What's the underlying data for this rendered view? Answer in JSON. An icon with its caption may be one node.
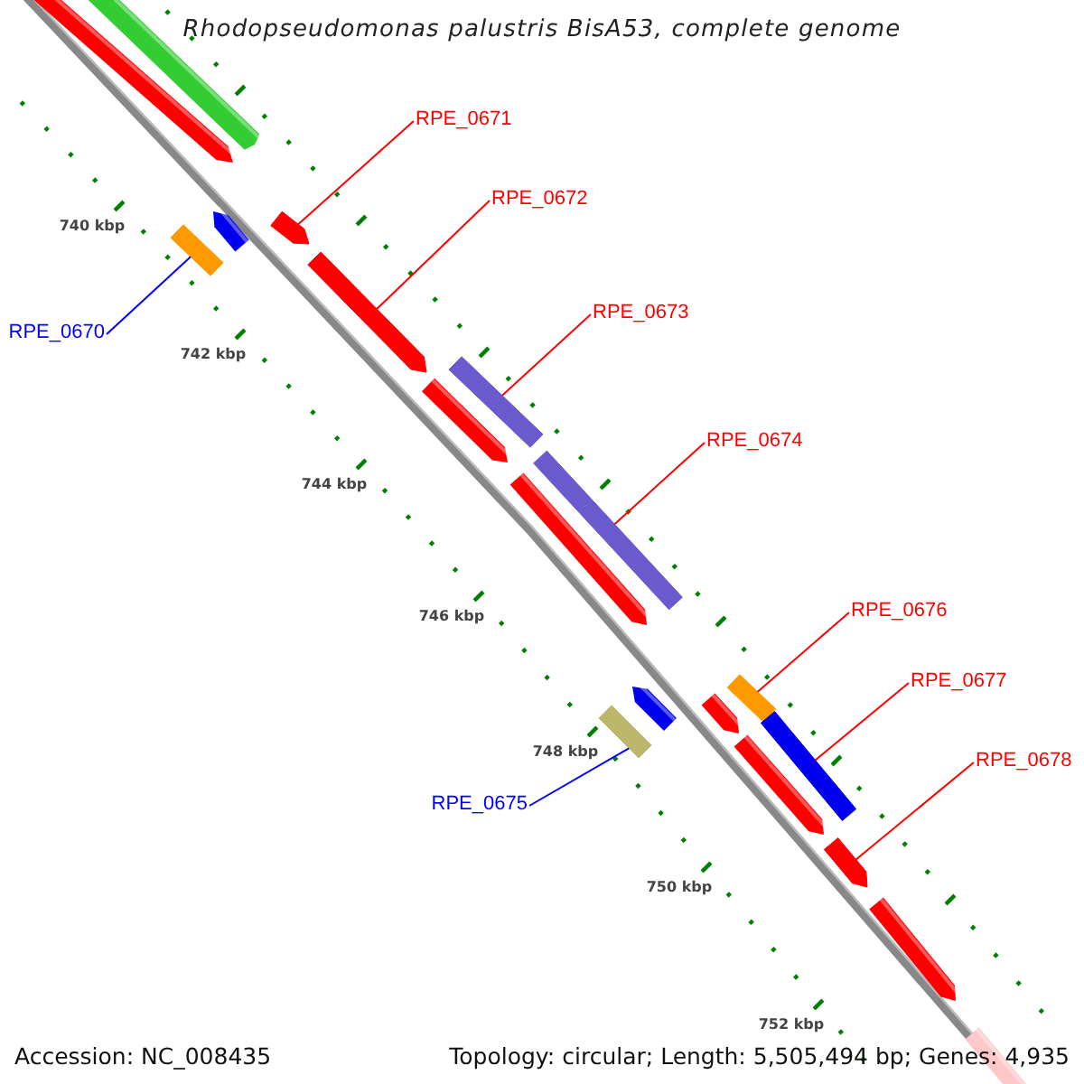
{
  "diagram": {
    "title": "Rhodopseudomonas palustris BisA53, complete genome",
    "nodes": [
      {
        "text": [
          "RPE_0671"
        ]
      },
      {
        "text": [
          "RPE_0672"
        ]
      },
      {
        "text": [
          "RPE_0673"
        ]
      },
      {
        "text": [
          "RPE_0674"
        ]
      },
      {
        "text": [
          "RPE_0670"
        ]
      },
      {
        "text": [
          "RPE_0676"
        ]
      },
      {
        "text": [
          "RPE_0677"
        ]
      },
      {
        "text": [
          "RPE_0678"
        ]
      },
      {
        "text": [
          "RPE_0675"
        ]
      },
      {
        "text": [],
        "shape": "arrow"
      },
      {
        "text": [],
        "shape": "arrow"
      },
      {
        "text": [],
        "shape": "bar"
      },
      {
        "text": [],
        "shape": "bar"
      },
      {
        "text": [],
        "shape": "bar"
      },
      {
        "text": [],
        "shape": "bar"
      },
      {
        "text": [],
        "shape": "bar"
      },
      {
        "text": [],
        "shape": "arrow"
      },
      {
        "text": [],
        "shape": "bar"
      }
    ],
    "edges": [
      {
        "from": 0,
        "to": 9,
        "arrow": "none"
      },
      {
        "from": 1,
        "to": 10,
        "arrow": "none"
      },
      {
        "from": 2,
        "to": 11,
        "arrow": "none"
      },
      {
        "from": 3,
        "to": 12,
        "arrow": "none"
      },
      {
        "from": 4,
        "to": 13,
        "arrow": "none",
        "color": "#0000ff"
      },
      {
        "from": 5,
        "to": 14,
        "arrow": "none"
      },
      {
        "from": 6,
        "to": 15,
        "arrow": "none"
      },
      {
        "from": 7,
        "to": 16,
        "arrow": "none"
      },
      {
        "from": 8,
        "to": 17,
        "arrow": "none",
        "color": "#0000ff"
      }
    ],
    "labels": [
      "740 kbp",
      "742 kbp",
      "744 kbp",
      "746 kbp",
      "748 kbp",
      "750 kbp",
      "752 kbp",
      "Accession: NC_008435",
      "Topology: circular; Length: 5,505,494 bp; Genes: 4,935"
    ]
  }
}
